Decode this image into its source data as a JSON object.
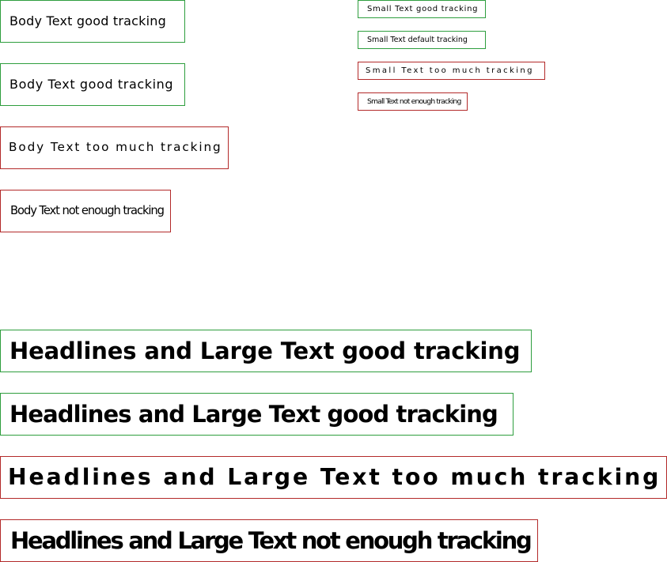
{
  "colors": {
    "good_border": "#2e9e3e",
    "bad_border": "#b32a2a",
    "text": "#000000",
    "background": "#ffffff"
  },
  "body_text": {
    "good_1": "Body Text good tracking",
    "good_2": "Body Text good tracking",
    "too_much": "Body Text too much tracking",
    "not_enough": "Body Text not enough tracking"
  },
  "small_text": {
    "good": "Small Text good tracking",
    "default": "Small Text default tracking",
    "too_much": "Small Text too much tracking",
    "not_enough": "Small Text not enough tracking"
  },
  "headlines": {
    "good_1": "Headlines and Large Text good tracking",
    "good_2": "Headlines and Large Text good tracking",
    "too_much": "Headlines and Large Text too much tracking",
    "not_enough": "Headlines and Large Text not enough tracking"
  }
}
